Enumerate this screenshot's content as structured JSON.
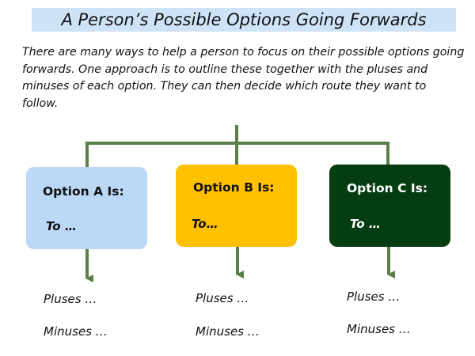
{
  "title": "A Person’s Possible Options Going Forwards",
  "intro": "There are many ways to help a person to focus on their possible options going forwards. One approach is to outline these together with the pluses and minuses of each option. They can then decide which route they want to follow.",
  "colors": {
    "title_bg": "#cfe3f8",
    "connector": "#5b7f46",
    "option_a": "#bcd8f7",
    "option_b": "#ffc000",
    "option_c": "#053d12"
  },
  "options": [
    {
      "heading": "Option A Is:",
      "body": "To …",
      "pluses": "Pluses …",
      "minuses": "Minuses …"
    },
    {
      "heading": "Option B Is:",
      "body": "To…",
      "pluses": "Pluses …",
      "minuses": "Minuses …"
    },
    {
      "heading": "Option C Is:",
      "body": "To …",
      "pluses": "Pluses …",
      "minuses": "Minuses …"
    }
  ]
}
